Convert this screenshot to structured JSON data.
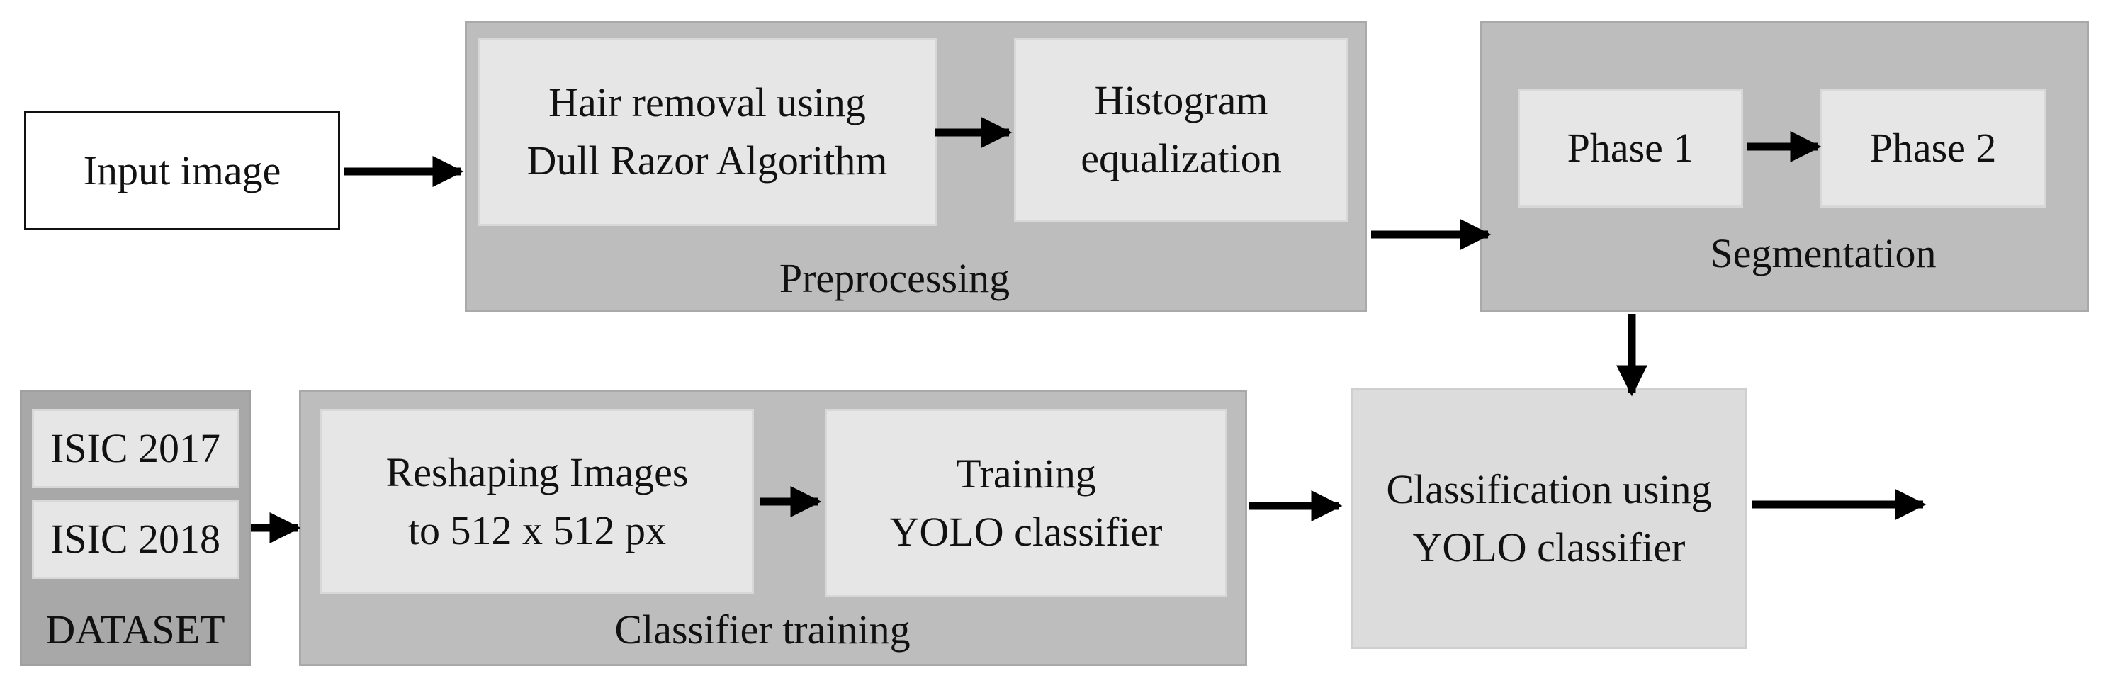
{
  "input": {
    "label": "Input image"
  },
  "preprocessing": {
    "caption": "Preprocessing",
    "step1": "Hair removal using\nDull Razor Algorithm",
    "step2": "Histogram\nequalization"
  },
  "segmentation": {
    "caption": "Segmentation",
    "phase1": "Phase 1",
    "phase2": "Phase 2"
  },
  "dataset": {
    "caption": "DATASET",
    "items": [
      "ISIC 2017",
      "ISIC 2018"
    ]
  },
  "training": {
    "caption": "Classifier training",
    "step1": "Reshaping Images\nto 512 x 512 px",
    "step2": "Training\nYOLO classifier"
  },
  "classification": {
    "label": "Classification using\nYOLO classifier"
  }
}
